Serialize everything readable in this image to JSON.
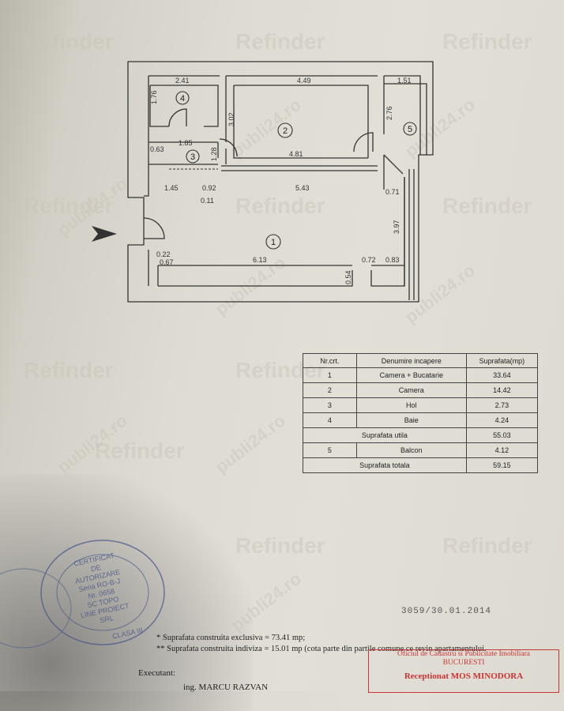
{
  "watermarks": {
    "brand": "Refinder",
    "site": "publi24.ro"
  },
  "plan": {
    "dimensions": {
      "d241": "2.41",
      "d449": "4.49",
      "d151": "1.51",
      "d176": "1.76",
      "d302": "3.02",
      "d276": "2.76",
      "d185": "1.85",
      "d063": "0.63",
      "d128": "1.28",
      "d481": "4.81",
      "d145": "1.45",
      "d092": "0.92",
      "d543": "5.43",
      "d011": "0.11",
      "d071": "0.71",
      "d397": "3.97",
      "d022": "0.22",
      "d067": "0.67",
      "d613": "6.13",
      "d072": "0.72",
      "d083": "0.83",
      "d054": "0.54"
    },
    "room_markers": {
      "r1": "1",
      "r2": "2",
      "r3": "3",
      "r4": "4",
      "r5": "5"
    }
  },
  "table": {
    "headers": {
      "nr": "Nr.crt.",
      "name": "Denumire incapere",
      "area": "Suprafata(mp)"
    },
    "rows": [
      {
        "nr": "1",
        "name": "Camera + Bucatarie",
        "area": "33.64"
      },
      {
        "nr": "2",
        "name": "Camera",
        "area": "14.42"
      },
      {
        "nr": "3",
        "name": "Hol",
        "area": "2.73"
      },
      {
        "nr": "4",
        "name": "Baie",
        "area": "4.24"
      }
    ],
    "util": {
      "label": "Suprafata utila",
      "value": "55.03"
    },
    "balcony": {
      "nr": "5",
      "name": "Balcon",
      "area": "4.12"
    },
    "total": {
      "label": "Suprafata totala",
      "value": "59.15"
    }
  },
  "notes": {
    "line1": "* Suprafata construita exclusiva = 73.41 mp;",
    "line2": "** Suprafata construita indiviza = 15.01 mp (cota parte din partile comune ce revin apartamentului."
  },
  "footer": {
    "executant": "Executant:",
    "engineer": "ing. MARCU RAZVAN",
    "date_stamp": "3059/30.01.2014"
  },
  "seal": {
    "line1": "CERTIFICAT",
    "line2": "DE",
    "line3": "AUTORIZARE",
    "line4": "Seria RO-B-J",
    "line5": "Nr. 0658",
    "line6": "SC TOPO",
    "line7": "LINE PROIECT",
    "line8": "SRL",
    "line9": "CLASA III"
  },
  "ocpi_stamp": {
    "line1": "Oficiul de Cadastru si Publicitate Imobiliara",
    "line2": "BUCURESTI",
    "line3": "Receptionat",
    "name": "MOS MINODORA"
  },
  "colors": {
    "ink": "#333333",
    "stamp_red": "#cc3333",
    "seal_blue": "#4a5a8a"
  }
}
